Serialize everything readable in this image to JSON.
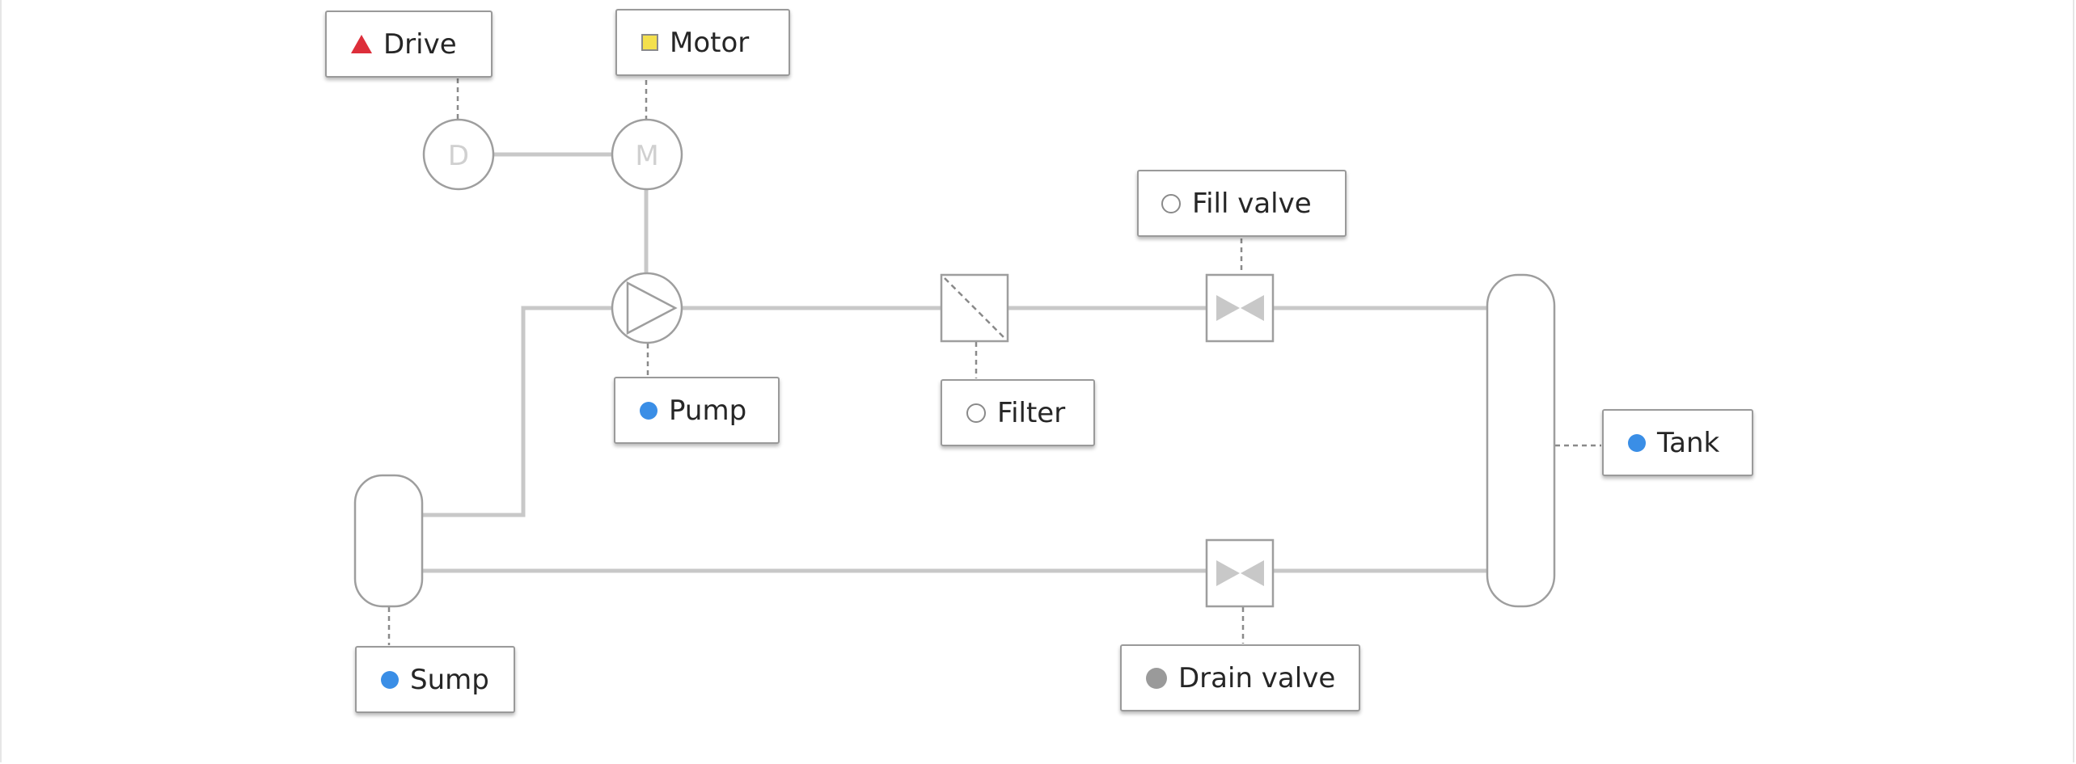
{
  "diagram": {
    "equipment_letters": {
      "drive": "D",
      "motor": "M"
    },
    "labels": {
      "drive": {
        "text": "Drive",
        "indicator": "red-triangle",
        "color": "#dd2e3a"
      },
      "motor": {
        "text": "Motor",
        "indicator": "yellow-square",
        "color": "#f4e04d"
      },
      "fill_valve": {
        "text": "Fill valve",
        "indicator": "empty-circle",
        "color": "#8a8a8a"
      },
      "pump": {
        "text": "Pump",
        "indicator": "blue-dot",
        "color": "#3a8ee6"
      },
      "filter": {
        "text": "Filter",
        "indicator": "empty-circle",
        "color": "#8a8a8a"
      },
      "tank": {
        "text": "Tank",
        "indicator": "blue-dot",
        "color": "#3a8ee6"
      },
      "sump": {
        "text": "Sump",
        "indicator": "blue-dot",
        "color": "#3a8ee6"
      },
      "drain_valve": {
        "text": "Drain valve",
        "indicator": "gray-dot",
        "color": "#9a9a9a"
      }
    }
  }
}
